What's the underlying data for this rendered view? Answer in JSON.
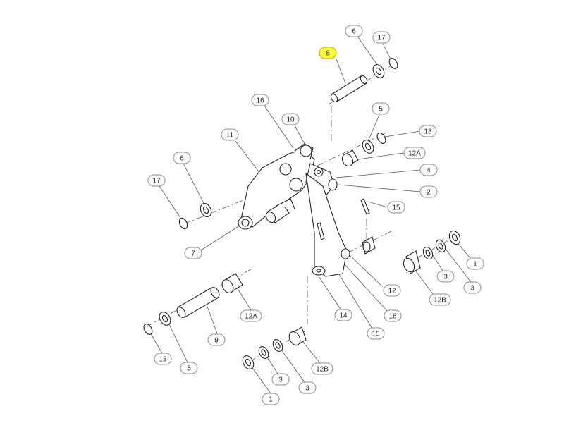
{
  "callouts": [
    {
      "id": "c8",
      "label": "8",
      "highlight": true
    },
    {
      "id": "c6a",
      "label": "6"
    },
    {
      "id": "c17a",
      "label": "17"
    },
    {
      "id": "c16a",
      "label": "16"
    },
    {
      "id": "c10",
      "label": "10"
    },
    {
      "id": "c5a",
      "label": "5"
    },
    {
      "id": "c13a",
      "label": "13"
    },
    {
      "id": "c11",
      "label": "11"
    },
    {
      "id": "c12Aa",
      "label": "12A"
    },
    {
      "id": "c6b",
      "label": "6"
    },
    {
      "id": "c4",
      "label": "4"
    },
    {
      "id": "c17b",
      "label": "17"
    },
    {
      "id": "c2",
      "label": "2"
    },
    {
      "id": "c15a",
      "label": "15"
    },
    {
      "id": "c7",
      "label": "7"
    },
    {
      "id": "c1a",
      "label": "1"
    },
    {
      "id": "c3a",
      "label": "3"
    },
    {
      "id": "c3b",
      "label": "3"
    },
    {
      "id": "c12",
      "label": "12"
    },
    {
      "id": "c12Ba",
      "label": "12B"
    },
    {
      "id": "c12Ab",
      "label": "12A"
    },
    {
      "id": "c16b",
      "label": "16"
    },
    {
      "id": "c14",
      "label": "14"
    },
    {
      "id": "c15b",
      "label": "15"
    },
    {
      "id": "c9",
      "label": "9"
    },
    {
      "id": "c13b",
      "label": "13"
    },
    {
      "id": "c5b",
      "label": "5"
    },
    {
      "id": "c3c",
      "label": "3"
    },
    {
      "id": "c3d",
      "label": "3"
    },
    {
      "id": "c12Bb",
      "label": "12B"
    },
    {
      "id": "c1b",
      "label": "1"
    }
  ],
  "colors": {
    "highlight": "#ffff33",
    "callout_border": "#8c8c8c",
    "line": "#222222"
  }
}
